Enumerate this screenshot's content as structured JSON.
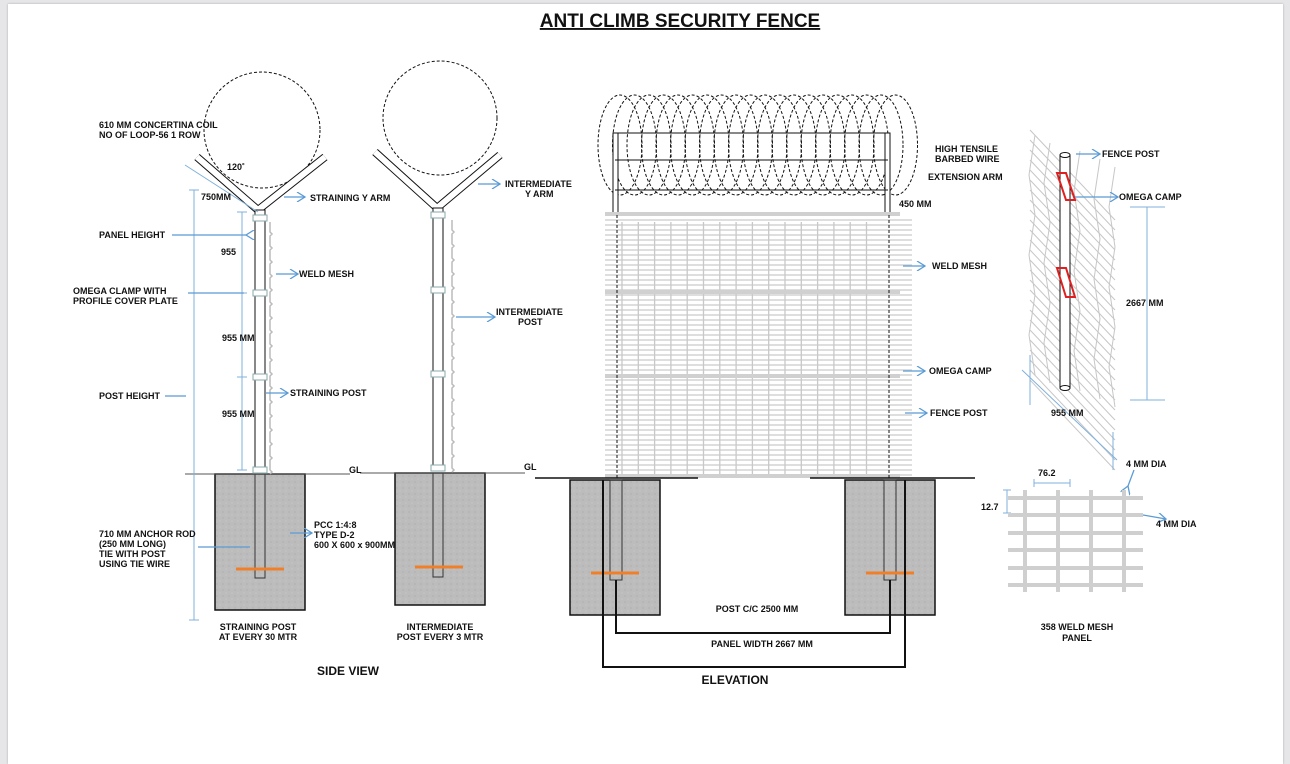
{
  "title": "ANTI CLIMB SECURITY FENCE",
  "side_view": {
    "caption": "SIDE VIEW",
    "labels": {
      "concertina_1": "610 MM CONCERTINA COIL",
      "concertina_2": "NO OF LOOP-56 1 ROW",
      "angle": "120˚",
      "arm_length": "750MM",
      "straining_y_arm": "STRAINING Y ARM",
      "intermediate_y_arm_1": "INTERMEDIATE",
      "intermediate_y_arm_2": "Y ARM",
      "panel_height": "PANEL HEIGHT",
      "dim_955_a": "955",
      "weld_mesh": "WELD MESH",
      "omega_clamp_1": "OMEGA CLAMP WITH",
      "omega_clamp_2": "PROFILE COVER PLATE",
      "intermediate_post_1": "INTERMEDIATE",
      "intermediate_post_2": "POST",
      "dim_955_b": "955 MM",
      "post_height": "POST HEIGHT",
      "straining_post": "STRAINING POST",
      "dim_955_c": "955 MM",
      "gl_1": "GL",
      "gl_2": "GL",
      "anchor_1": "710 MM ANCHOR ROD",
      "anchor_2": "(250 MM LONG)",
      "anchor_3": "TIE WITH POST",
      "anchor_4": "USING TIE WIRE",
      "pcc_1": "PCC 1:4:8",
      "pcc_2": "TYPE D-2",
      "pcc_3": "600 X 600 x 900MM",
      "straining_caption_1": "STRAINING POST",
      "straining_caption_2": "AT EVERY 30 MTR",
      "intermediate_caption_1": "INTERMEDIATE",
      "intermediate_caption_2": "POST EVERY 3 MTR"
    }
  },
  "elevation": {
    "caption": "ELEVATION",
    "labels": {
      "barbed_1": "HIGH TENSILE",
      "barbed_2": "BARBED WIRE",
      "extension_arm": "EXTENSION  ARM",
      "dim_450": "450 MM",
      "weld_mesh": "WELD MESH",
      "omega_camp": "OMEGA CAMP",
      "fence_post": "FENCE POST",
      "post_cc": "POST C/C 2500 MM",
      "panel_width": "PANEL WIDTH 2667 MM"
    }
  },
  "detail": {
    "labels": {
      "fence_post": "FENCE POST",
      "omega_camp": "OMEGA CAMP",
      "dim_2667": "2667 MM",
      "dim_955": "955 MM",
      "wire_dia_1": "4 MM DIA",
      "wire_dia_2": "4 MM DIA",
      "spacing_h": "76.2",
      "spacing_v": "12.7",
      "caption_1": "358 WELD MESH",
      "caption_2": "PANEL"
    }
  },
  "colors": {
    "arrow": "#5b9bd5",
    "anchor": "#f07f2a",
    "clamp": "#e02020",
    "concrete": "#bdbdbd"
  }
}
